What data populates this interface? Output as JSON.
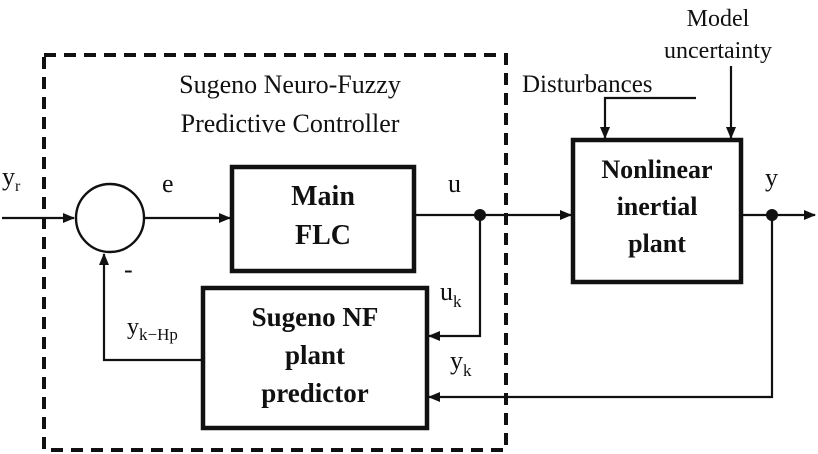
{
  "group": {
    "title_line1": "Sugeno Neuro-Fuzzy",
    "title_line2": "Predictive Controller"
  },
  "blocks": {
    "main_flc": {
      "line1": "Main",
      "line2": "FLC"
    },
    "predictor": {
      "line1": "Sugeno NF",
      "line2": "plant",
      "line3": "predictor"
    },
    "plant": {
      "line1": "Nonlinear",
      "line2": "inertial",
      "line3": "plant"
    }
  },
  "signals": {
    "reference": {
      "base": "y",
      "sub": "r"
    },
    "error": "e",
    "control": "u",
    "control_k": {
      "base": "u",
      "sub": "k"
    },
    "output": "y",
    "output_k": {
      "base": "y",
      "sub": "k"
    },
    "predicted": {
      "base": "y",
      "sub": "k−Hp"
    },
    "minus_sign": "-"
  },
  "inputs": {
    "disturbances": "Disturbances",
    "model_line1": "Model",
    "model_line2": "uncertainty"
  }
}
